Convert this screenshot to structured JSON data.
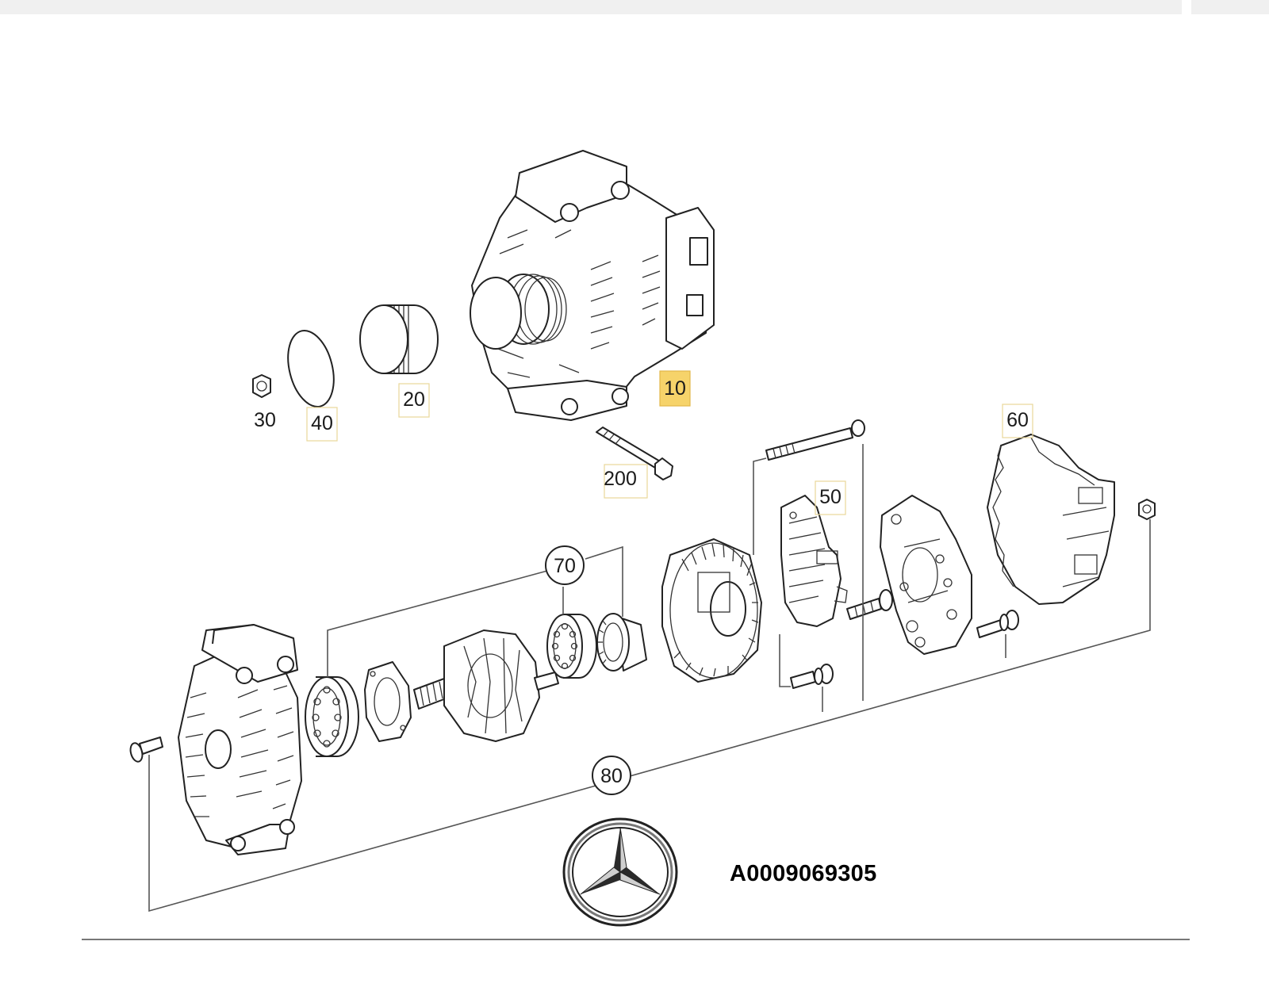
{
  "callouts": {
    "c10": "10",
    "c20": "20",
    "c30": "30",
    "c40": "40",
    "c50": "50",
    "c60": "60",
    "c70": "70",
    "c80": "80",
    "c200": "200"
  },
  "part_number": "A0009069305",
  "brand_logo": "mercedes-star-logo",
  "colors": {
    "highlight": "#f6d36a",
    "line": "#555555"
  }
}
